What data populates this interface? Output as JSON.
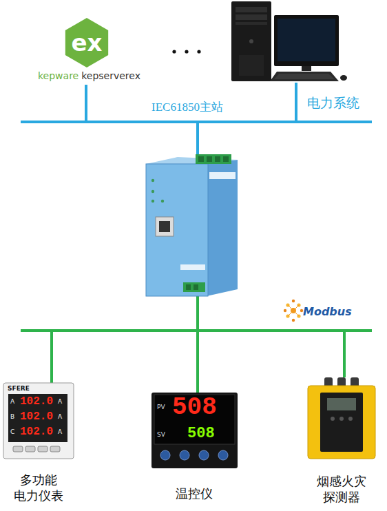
{
  "diagram": {
    "nodes": [
      {
        "text": [
          "ex",
          "kepware",
          "kepserverex"
        ]
      },
      {
        "text": [
          "IEC61850主站",
          "电力系统"
        ]
      },
      {
        "text": [
          "Modbus"
        ]
      },
      {
        "text": [
          "SFERE",
          "A",
          "102.0",
          "A",
          "B",
          "102.0",
          "A",
          "C",
          "102.0",
          "A",
          "多功能 电力仪表"
        ]
      },
      {
        "text": [
          "PV",
          "508",
          "SV",
          "508",
          "温控仪"
        ]
      },
      {
        "text": [
          "烟感火灾 探测器"
        ]
      }
    ],
    "edges": [
      {
        "from": 0,
        "to": 1,
        "arrow": "none"
      },
      {
        "from": 2,
        "to": 3,
        "arrow": "none"
      },
      {
        "from": 2,
        "to": 4,
        "arrow": "none"
      },
      {
        "from": 2,
        "to": 5,
        "arrow": "none"
      }
    ]
  }
}
